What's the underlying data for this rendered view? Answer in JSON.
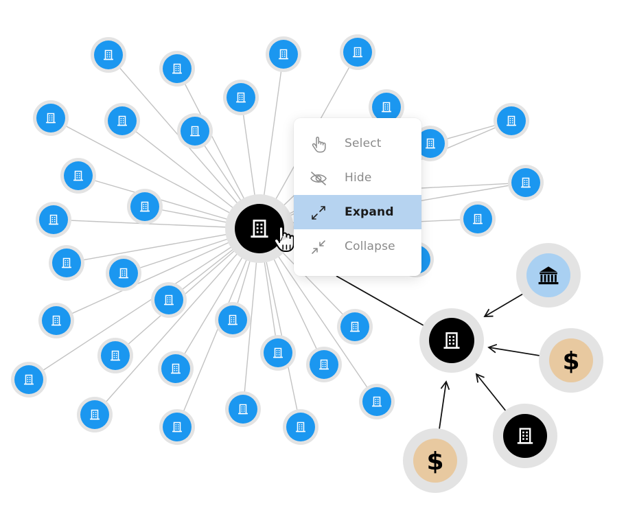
{
  "colors": {
    "edge": "#c2c2c2",
    "arrow": "#111111",
    "halo": "#e3e3e3",
    "company_fill": "#1b97f0",
    "focus_fill": "#000000",
    "bank_fill": "#a9d0f2",
    "money_fill": "#e8c9a0",
    "menu_active": "#b6d3f0"
  },
  "icons": {
    "company": "building-icon",
    "bank": "bank-icon",
    "money": "dollar-icon",
    "cursor": "hand-pointer-icon"
  },
  "nodes": {
    "money_symbol": "$"
  },
  "context_menu": {
    "items": [
      {
        "label": "Select",
        "icon": "hand-pointer-icon",
        "active": false
      },
      {
        "label": "Hide",
        "icon": "eye-off-icon",
        "active": false
      },
      {
        "label": "Expand",
        "icon": "expand-icon",
        "active": true
      },
      {
        "label": "Collapse",
        "icon": "collapse-icon",
        "active": false
      }
    ]
  }
}
